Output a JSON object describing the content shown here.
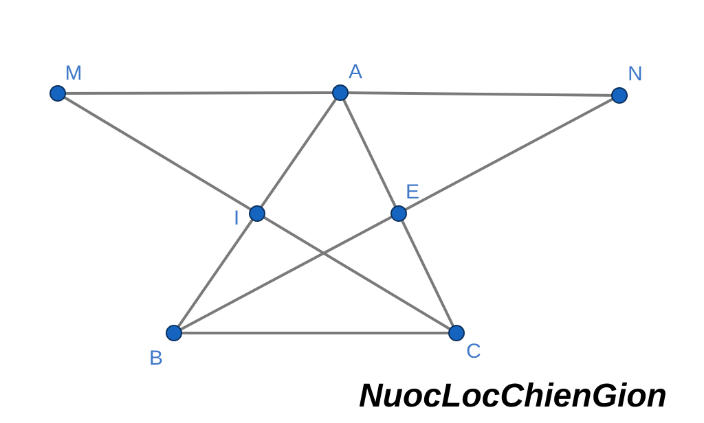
{
  "diagram": {
    "points": [
      {
        "id": "M",
        "label": "M"
      },
      {
        "id": "A",
        "label": "A"
      },
      {
        "id": "N",
        "label": "N"
      },
      {
        "id": "I",
        "label": "I"
      },
      {
        "id": "E",
        "label": "E"
      },
      {
        "id": "B",
        "label": "B"
      },
      {
        "id": "C",
        "label": "C"
      }
    ],
    "segments": [
      [
        "M",
        "A"
      ],
      [
        "A",
        "N"
      ],
      [
        "M",
        "C"
      ],
      [
        "N",
        "B"
      ],
      [
        "A",
        "B"
      ],
      [
        "A",
        "C"
      ],
      [
        "B",
        "C"
      ]
    ],
    "colors": {
      "point_fill": "#1565c0",
      "point_outline": "#0b2f5c",
      "segment": "#7a7a7a",
      "label": "#3f78c8"
    }
  },
  "watermark": {
    "text": "NuocLocChienGion"
  }
}
